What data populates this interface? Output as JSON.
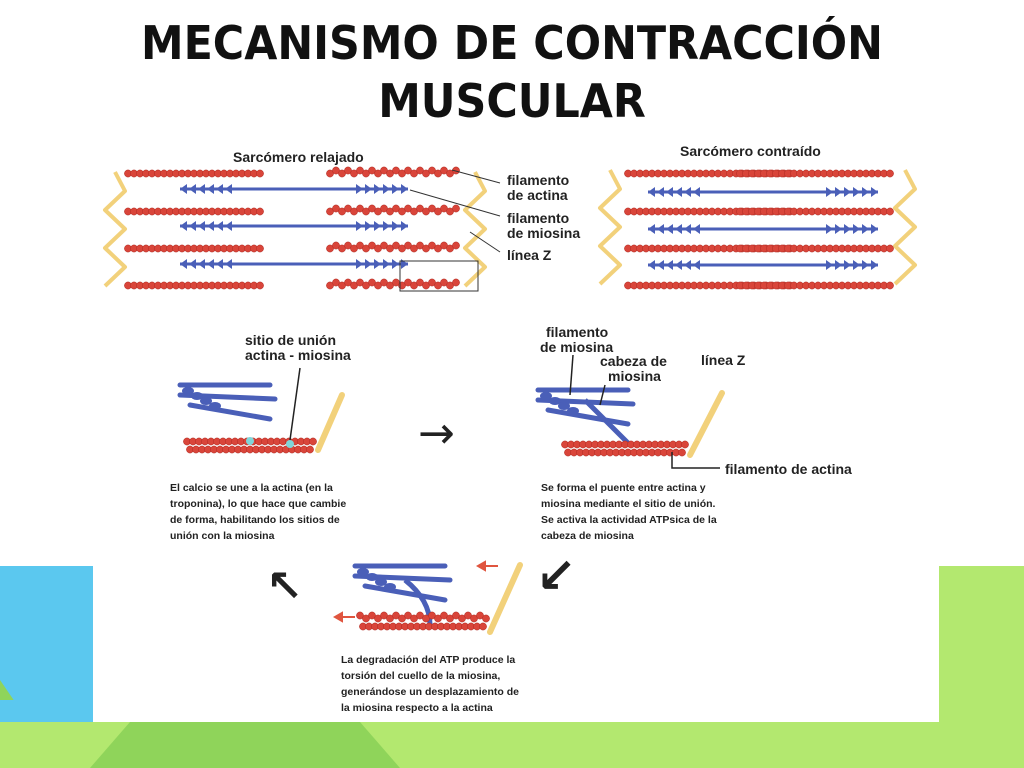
{
  "slide": {
    "title_line1": "MECANISMO DE CONTRACCIÓN",
    "title_line2": "MUSCULAR"
  },
  "colors": {
    "left_accent": "#5bc8ef",
    "right_accent": "#b3e86f",
    "actin": "#d9453a",
    "myosin": "#4a5fb8",
    "z_line": "#f2d17b"
  },
  "top_figure": {
    "relaxed_label": "Sarcómero relajado",
    "contracted_label": "Sarcómero contraído",
    "label_actin_1": "filamento",
    "label_actin_2": "de actina",
    "label_myosin_1": "filamento",
    "label_myosin_2": "de miosina",
    "label_z": "línea Z"
  },
  "step1": {
    "label_line1": "sitio de unión",
    "label_line2": "actina - miosina",
    "caption_lines": [
      "El calcio se une a la actina (en la",
      "troponina), lo que hace que cambie",
      "de forma, habilitando los sitios de",
      "unión con la miosina"
    ]
  },
  "step2": {
    "label_myosin_1": "filamento",
    "label_myosin_2": "de miosina",
    "label_head_1": "cabeza de",
    "label_head_2": "miosina",
    "label_z": "línea Z",
    "label_actin": "filamento de actina",
    "caption_lines": [
      "Se forma el puente entre actina y",
      "miosina mediante el sitio de unión.",
      "Se activa la actividad ATPsica de la",
      "cabeza de miosina"
    ]
  },
  "step3": {
    "caption_lines": [
      "La degradación del ATP produce la",
      "torsión del cuello de la miosina,",
      "generándose un desplazamiento de",
      "la miosina respecto a la actina"
    ]
  },
  "arrows": {
    "right": "→",
    "down_left": "↙",
    "up_left": "↖"
  }
}
